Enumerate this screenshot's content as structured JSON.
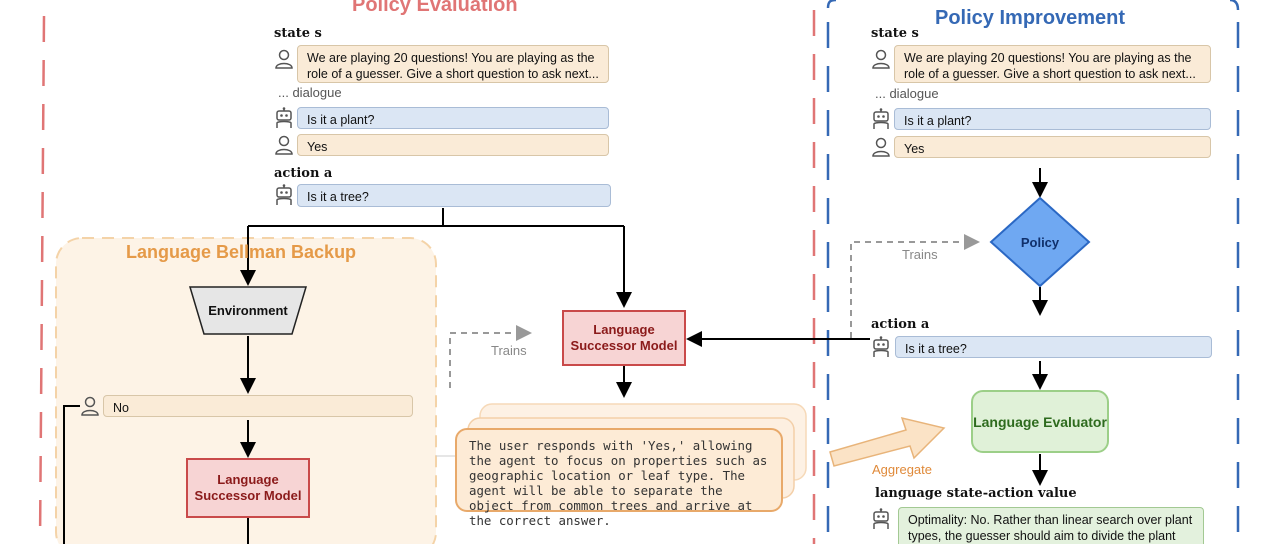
{
  "colors": {
    "eval_title": "#e07575",
    "improve_title": "#3569b5",
    "bellman_title": "#e59a48",
    "eval_dash": "#e07575",
    "improve_dash": "#3569b5"
  },
  "policy_evaluation": {
    "title": "Policy Evaluation",
    "state_label": "state s",
    "state_text": "We are playing 20 questions! You are playing as the role of a guesser. Give a short question to ask next...",
    "dialogue_label": "... dialogue",
    "q1": "Is it a plant?",
    "a1": "Yes",
    "action_label": "action a",
    "action_text": "Is it a tree?",
    "trains_label": "Trains",
    "successor_model_label": "Language Successor Model",
    "response_text": "The user responds with 'Yes,' allowing the agent to focus on properties such as geographic location or leaf type. The agent will be able to separate the object from common trees and arrive at the correct answer."
  },
  "bellman": {
    "title": "Language Bellman Backup",
    "environment_label": "Environment",
    "reply": "No",
    "successor_model_label": "Language Successor Model"
  },
  "policy_improvement": {
    "title": "Policy Improvement",
    "state_label": "state s",
    "state_text": "We are playing 20 questions! You are playing as the role of a guesser. Give a short question to ask next...",
    "dialogue_label": "... dialogue",
    "q1": "Is it a plant?",
    "a1": "Yes",
    "policy_label": "Policy",
    "trains_label": "Trains",
    "action_label": "action a",
    "action_text": "Is it a tree?",
    "aggregate_label": "Aggregate",
    "evaluator_label": "Language Evaluator",
    "value_label": "language state-action value",
    "value_text": "Optimality: No. Rather than linear search over plant types, the guesser should aim to divide the plant"
  }
}
